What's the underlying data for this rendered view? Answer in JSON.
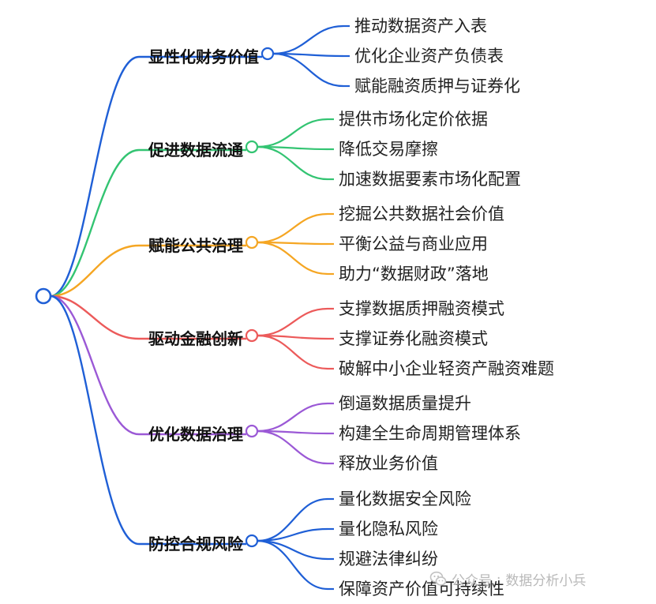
{
  "root": {
    "label": ""
  },
  "branches": [
    {
      "label": "显性化财务价值",
      "color": "#1f5fd6",
      "leaves": [
        "推动数据资产入表",
        "优化企业资产负债表",
        "赋能融资质押与证券化"
      ]
    },
    {
      "label": "促进数据流通",
      "color": "#33c472",
      "leaves": [
        "提供市场化定价依据",
        "降低交易摩擦",
        "加速数据要素市场化配置"
      ]
    },
    {
      "label": "赋能公共治理",
      "color": "#f5a623",
      "leaves": [
        "挖掘公共数据社会价值",
        "平衡公益与商业应用",
        "助力“数据财政”落地"
      ]
    },
    {
      "label": "驱动金融创新",
      "color": "#ec5a5a",
      "leaves": [
        "支撑数据质押融资模式",
        "支撑证券化融资模式",
        "破解中小企业轻资产融资难题"
      ]
    },
    {
      "label": "优化数据治理",
      "color": "#9b59d6",
      "leaves": [
        "倒逼数据质量提升",
        "构建全生命周期管理体系",
        "释放业务价值"
      ]
    },
    {
      "label": "防控合规风险",
      "color": "#1f5fd6",
      "leaves": [
        "量化数据安全风险",
        "量化隐私风险",
        "规避法律纠纷",
        "保障资产价值可持续性"
      ]
    }
  ],
  "watermark": {
    "source": "公众号",
    "separator": "·",
    "account": "数据分析小兵",
    "icon": "wechat-icon"
  }
}
